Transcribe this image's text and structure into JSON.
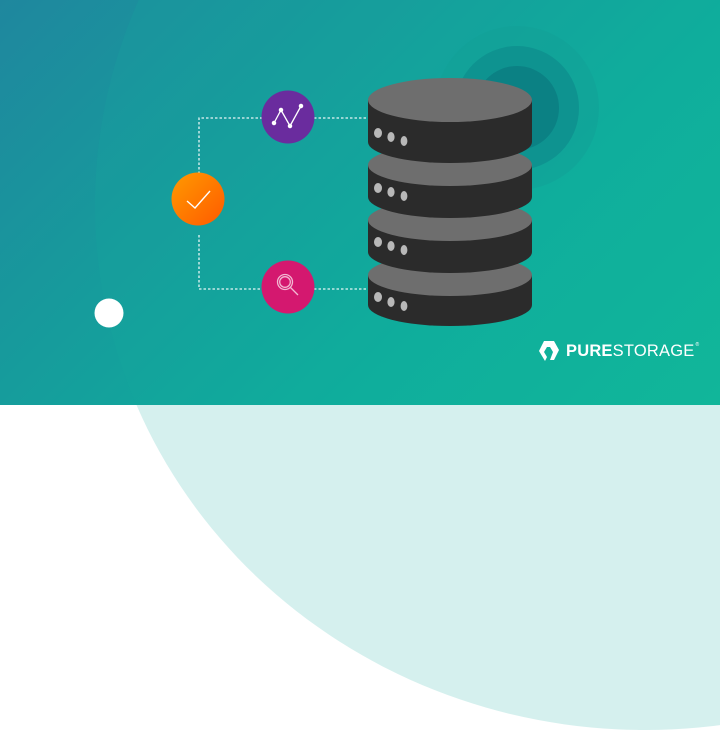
{
  "brand": {
    "name_bold": "PURE",
    "name_light": "STORAGE",
    "registered": "®",
    "logo_icon": "pure-storage-hexagon-icon"
  },
  "illustration": {
    "nodes": [
      {
        "name": "check-node",
        "icon": "checkmark-icon",
        "color": "#ff7a0a"
      },
      {
        "name": "analytics-node",
        "icon": "line-chart-icon",
        "color": "#6a2c9e"
      },
      {
        "name": "search-node",
        "icon": "magnifier-icon",
        "color": "#d4186f"
      }
    ],
    "database": {
      "disks": 4,
      "top_color": "#6e6e6e",
      "side_color": "#2b2b2b",
      "led_color": "#b8b8b8"
    },
    "colors": {
      "bg_start": "#1f879e",
      "bg_end": "#10b999",
      "rings": [
        "#13a096",
        "#0d8c8c",
        "#0a7d82"
      ],
      "dot": "#ffffff"
    }
  }
}
